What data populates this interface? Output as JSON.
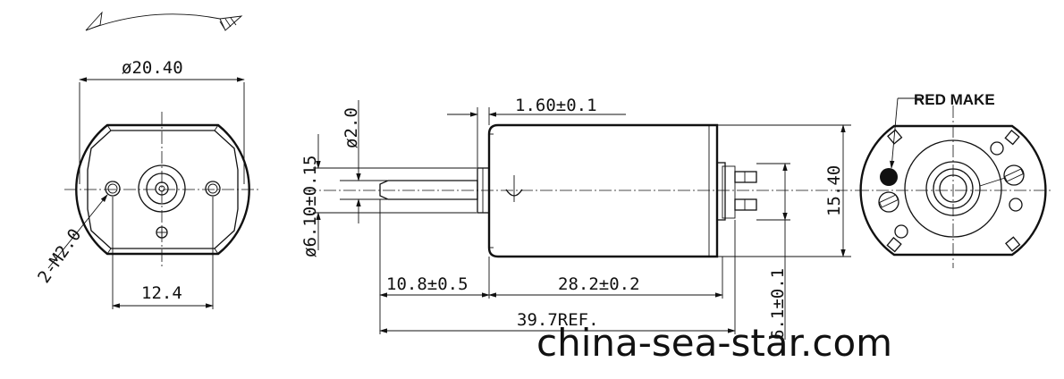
{
  "front_view": {
    "diameter_label": "ø20.40",
    "thread_label": "2-M2.0",
    "hole_spacing_label": "12.4"
  },
  "side_view": {
    "shaft_dia_label": "ø2.0",
    "boss_dia_label": "ø6.10±0.15",
    "boss_len_label": "1.60±0.1",
    "height_label": "15.40",
    "shaft_len_label": "10.8±0.5",
    "body_len_label": "28.2±0.2",
    "total_len_label": "39.7REF.",
    "terminal_label": "6.1±0.1"
  },
  "rear_view": {
    "marker_label": "RED MAKE"
  },
  "watermark": "china-sea-star.com",
  "colors": {
    "line": "#111111",
    "background": "#ffffff"
  }
}
